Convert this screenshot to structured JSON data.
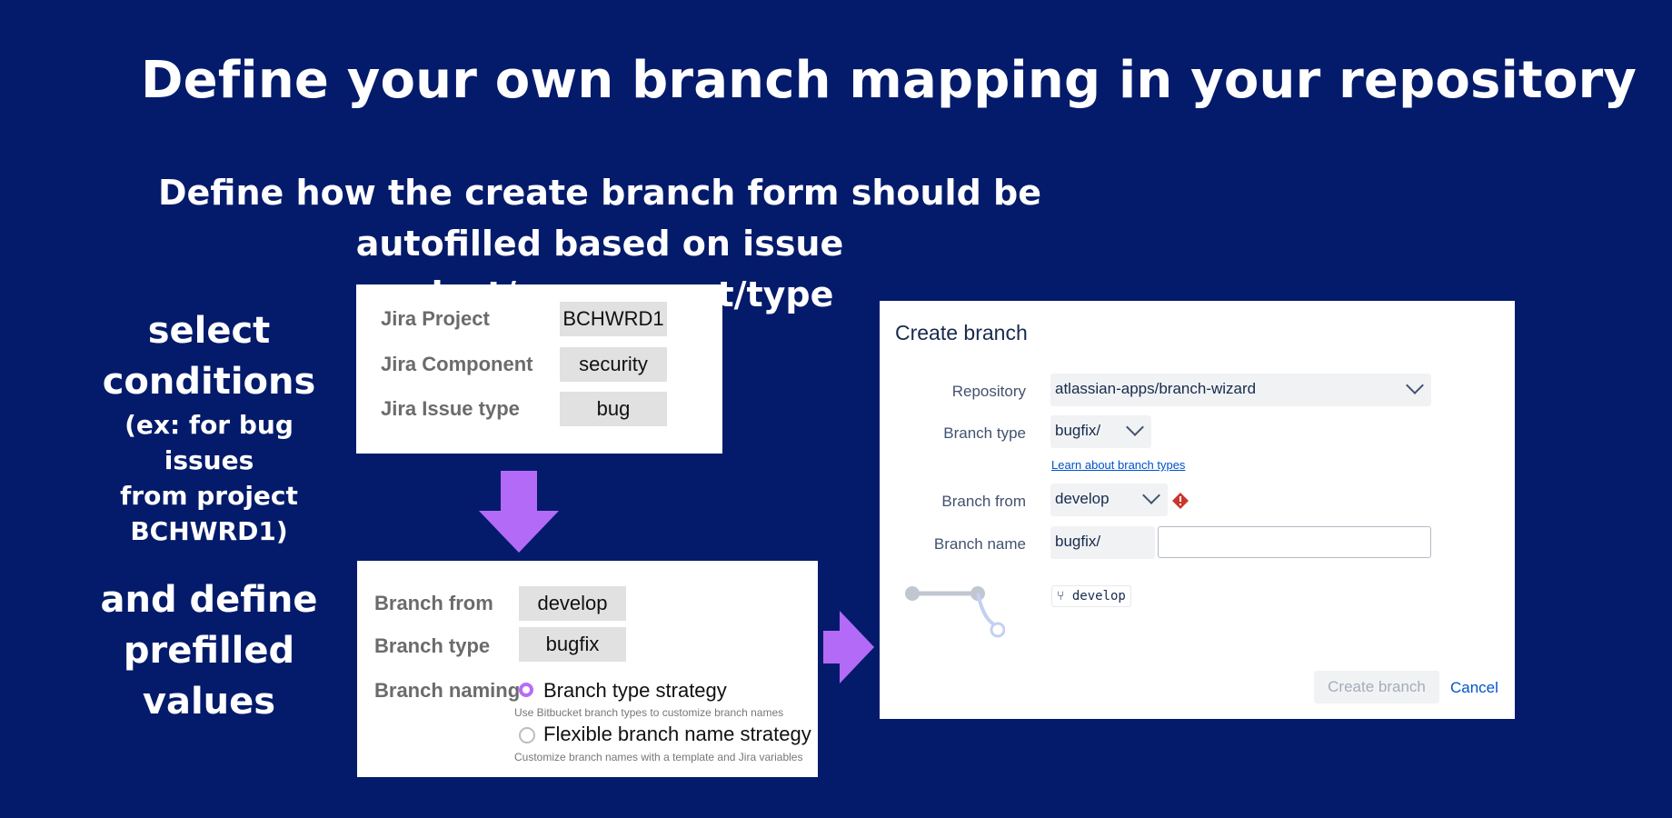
{
  "title": "Define your own branch mapping in your repository",
  "subtitle": {
    "line1": "Define how the create branch form should be",
    "line2": "autofilled based on issue project/component/type"
  },
  "side_conditions": {
    "line1": "select",
    "line2": "conditions",
    "note1": "(ex: for bug issues",
    "note2": "from project",
    "note3": "BCHWRD1)"
  },
  "side_values": {
    "line1": "and define",
    "line2": "prefilled",
    "line3": "values"
  },
  "conditions": [
    {
      "label": "Jira Project",
      "value": "BCHWRD1"
    },
    {
      "label": "Jira Component",
      "value": "security"
    },
    {
      "label": "Jira Issue type",
      "value": "bug"
    }
  ],
  "prefill": {
    "branch_from_label": "Branch from",
    "branch_from_value": "develop",
    "branch_type_label": "Branch type",
    "branch_type_value": "bugfix",
    "naming_label": "Branch naming",
    "options": [
      {
        "label": "Branch type strategy",
        "hint": "Use Bitbucket branch types to customize branch names",
        "selected": true
      },
      {
        "label": "Flexible branch name strategy",
        "hint": "Customize branch names with a template and Jira variables",
        "selected": false
      }
    ]
  },
  "dialog": {
    "title": "Create branch",
    "repository_label": "Repository",
    "repository_value": "atlassian-apps/branch-wizard",
    "branch_type_label": "Branch type",
    "branch_type_value": "bugfix/",
    "learn_link": "Learn about branch types",
    "branch_from_label": "Branch from",
    "branch_from_value": "develop",
    "branch_name_label": "Branch name",
    "branch_name_prefix": "bugfix/",
    "branch_name_value": "",
    "source_tag": "develop",
    "create_button": "Create branch",
    "cancel_button": "Cancel"
  },
  "colors": {
    "background": "#041b6b",
    "arrow": "#b36af7",
    "radio_selected": "#bb6af5",
    "link": "#0052cc",
    "warning": "#c9372c"
  }
}
